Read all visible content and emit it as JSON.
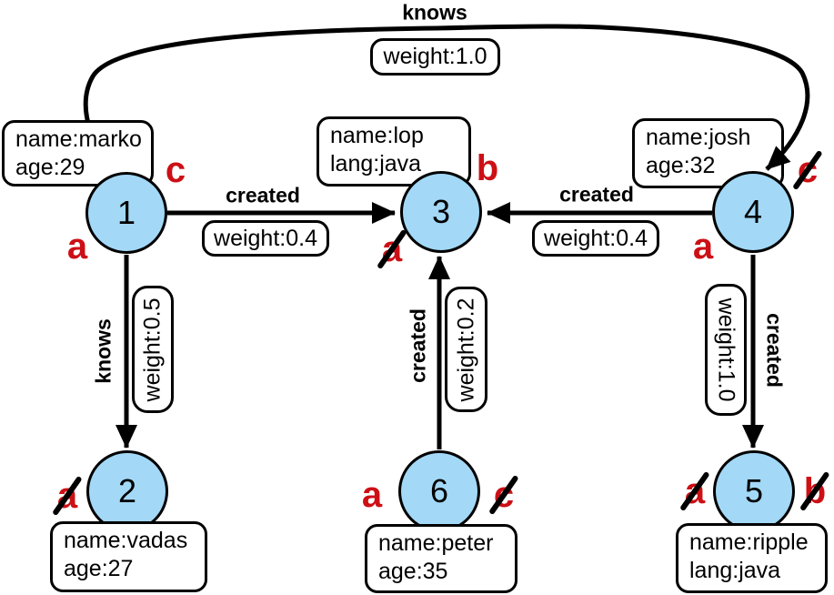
{
  "colors": {
    "node_fill": "#a3d8f7",
    "node_border": "#000000",
    "edge": "#000000",
    "mark_red": "#cc1016"
  },
  "nodes": {
    "v1": {
      "id": "1",
      "prop1": "name:marko",
      "prop2": "age:29",
      "mark_top_right": "c",
      "mark_top_right_struck": false,
      "mark_bottom_left": "a",
      "mark_bottom_left_struck": false
    },
    "v2": {
      "id": "2",
      "prop1": "name:vadas",
      "prop2": "age:27",
      "mark_left": "a",
      "mark_left_struck": true
    },
    "v3": {
      "id": "3",
      "prop1": "name:lop",
      "prop2": "lang:java",
      "mark_top_right": "b",
      "mark_top_right_struck": false,
      "mark_bottom_left": "a",
      "mark_bottom_left_struck": true
    },
    "v4": {
      "id": "4",
      "prop1": "name:josh",
      "prop2": "age:32",
      "mark_top_right": "c",
      "mark_top_right_struck": true,
      "mark_bottom_left": "a",
      "mark_bottom_left_struck": false
    },
    "v5": {
      "id": "5",
      "prop1": "name:ripple",
      "prop2": "lang:java",
      "mark_left": "a",
      "mark_left_struck": true,
      "mark_right": "b",
      "mark_right_struck": true
    },
    "v6": {
      "id": "6",
      "prop1": "name:peter",
      "prop2": "age:35",
      "mark_left": "a",
      "mark_left_struck": false,
      "mark_right": "c",
      "mark_right_struck": true
    }
  },
  "edges": {
    "knows_1_4": {
      "label": "knows",
      "weight": "weight:1.0",
      "from": "1",
      "to": "4"
    },
    "created_1_3": {
      "label": "created",
      "weight": "weight:0.4",
      "from": "1",
      "to": "3"
    },
    "created_4_3": {
      "label": "created",
      "weight": "weight:0.4",
      "from": "4",
      "to": "3"
    },
    "knows_1_2": {
      "label": "knows",
      "weight": "weight:0.5",
      "from": "1",
      "to": "2"
    },
    "created_6_3": {
      "label": "created",
      "weight": "weight:0.2",
      "from": "6",
      "to": "3"
    },
    "created_4_5": {
      "label": "created",
      "weight": "weight:1.0",
      "from": "4",
      "to": "5"
    }
  }
}
